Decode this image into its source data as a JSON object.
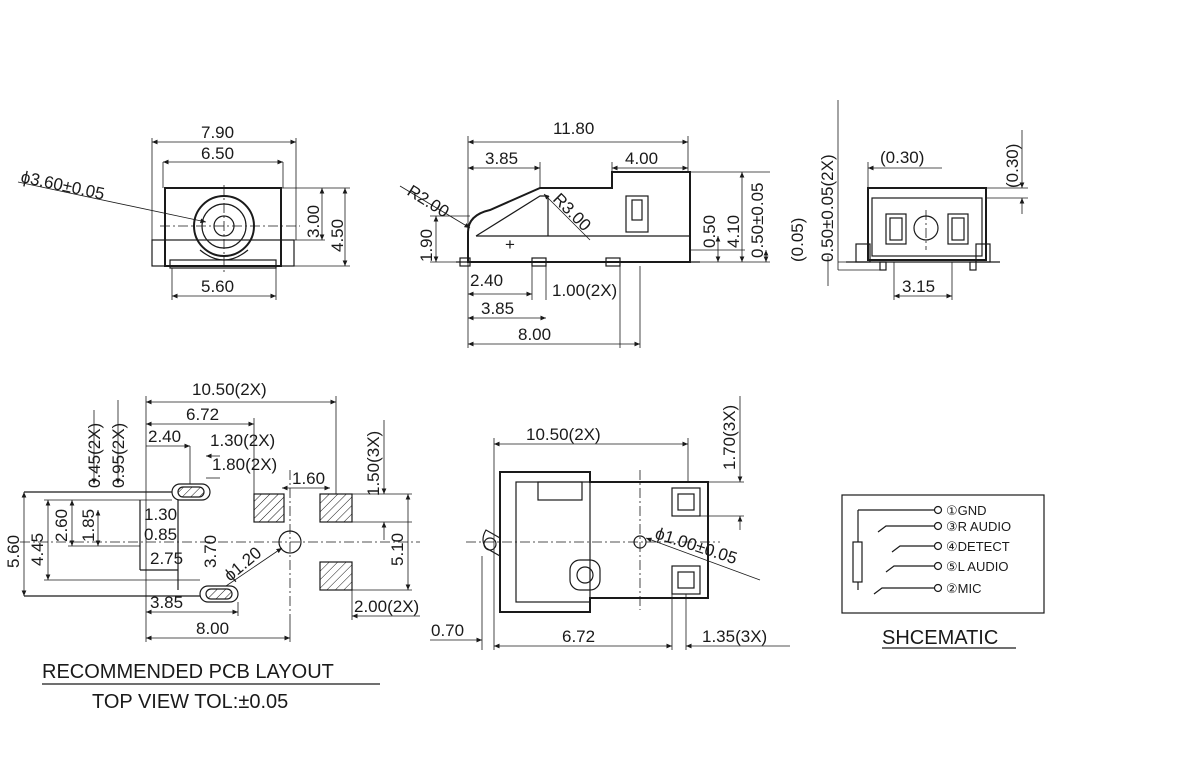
{
  "views": {
    "front": {
      "dims": [
        "7.90",
        "6.50",
        "5.60",
        "3.00",
        "4.50"
      ],
      "diameter": "ϕ3.60±0.05"
    },
    "side": {
      "dims": [
        "11.80",
        "3.85",
        "4.00",
        "0.50",
        "4.10",
        "0.50±0.05",
        "1.90",
        "2.40",
        "1.00(2X)",
        "3.85",
        "8.00"
      ],
      "radii": [
        "R2.00",
        "R3.00"
      ]
    },
    "end": {
      "dims": [
        "0.50±0.05(2X)",
        "(0.30)",
        "(0.30)",
        "(0.05)",
        "3.15"
      ]
    },
    "pcb": {
      "dims": [
        "10.50(2X)",
        "6.72",
        "2.40",
        "1.30(2X)",
        "0.45(2X)",
        "0.95(2X)",
        "1.80(2X)",
        "1.60",
        "1.50(3X)",
        "5.60",
        "4.45",
        "2.60",
        "1.85",
        "1.30",
        "0.85",
        "2.75",
        "3.70",
        "5.10",
        "3.85",
        "8.00",
        "2.00(2X)"
      ],
      "diameter": "ϕ1.20"
    },
    "top": {
      "dims": [
        "10.50(2X)",
        "1.70(3X)",
        "0.70",
        "6.72",
        "1.35(3X)"
      ],
      "diameter": "ϕ1.00±0.05"
    }
  },
  "schematic": {
    "pins": [
      "①GND",
      "③R AUDIO",
      "④DETECT",
      "⑤L AUDIO",
      "②MIC"
    ],
    "title": "SHCEMATIC"
  },
  "captions": {
    "layout": "RECOMMENDED PCB LAYOUT",
    "tolerance": "TOP VIEW TOL:±0.05"
  }
}
